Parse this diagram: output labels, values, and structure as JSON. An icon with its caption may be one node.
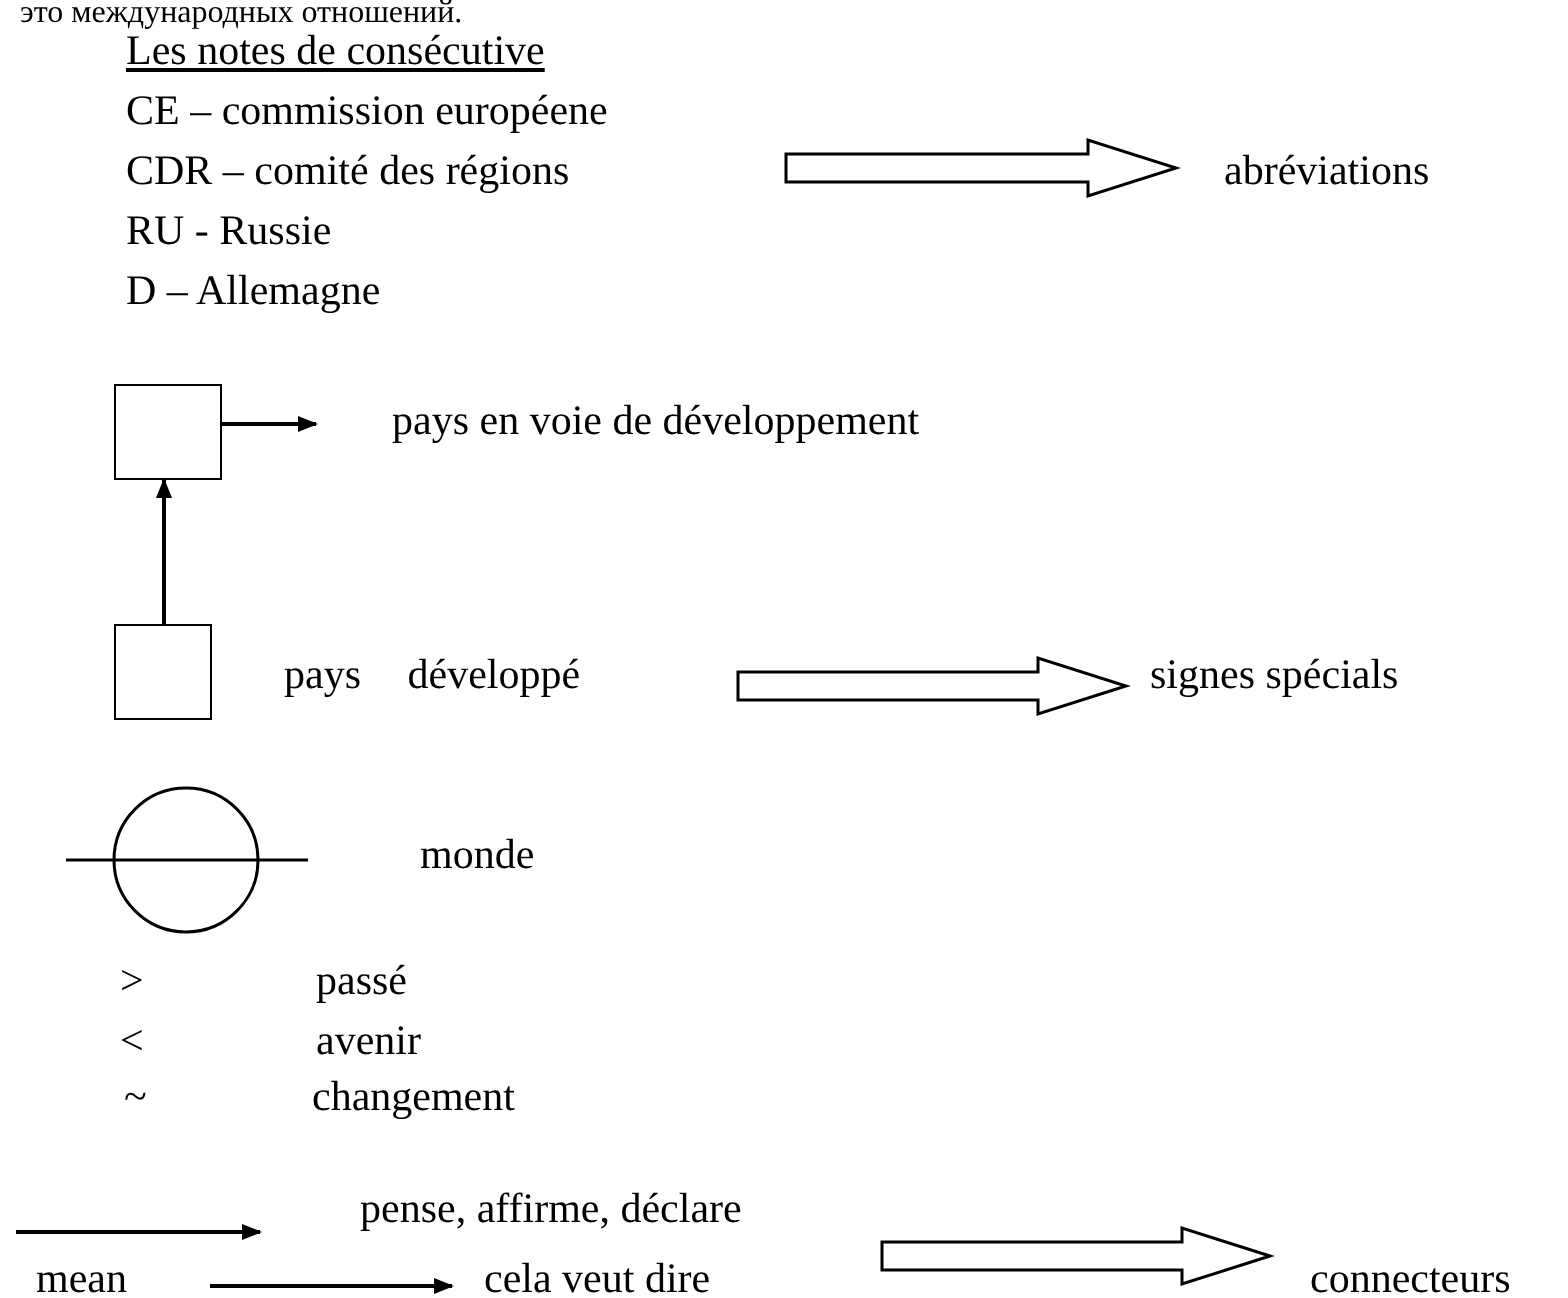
{
  "diagram": {
    "nodes": [
      {
        "text": [
          "Les notes de consécutive",
          "CE – commission européene",
          "CDR – comité des régions",
          "RU - Russie",
          "D – Allemagne"
        ]
      },
      {
        "text": [
          "abréviations"
        ]
      },
      {
        "text": [],
        "shape": "box"
      },
      {
        "text": [
          "pays en voie de développement"
        ]
      },
      {
        "text": [],
        "shape": "box"
      },
      {
        "text": [
          "pays développé"
        ]
      },
      {
        "text": [
          "signes spécials"
        ]
      },
      {
        "text": [
          "mean"
        ]
      },
      {
        "text": [
          "cela veut dire"
        ]
      },
      {
        "text": [
          "connecteurs"
        ]
      }
    ],
    "edges": [
      {
        "from": 0,
        "to": 1,
        "arrow": "to",
        "style": "thick"
      },
      {
        "from": 2,
        "to": 3,
        "arrow": "to"
      },
      {
        "from": 4,
        "to": 2,
        "arrow": "to"
      },
      {
        "from": 5,
        "to": 6,
        "arrow": "to",
        "style": "thick"
      },
      {
        "from": 7,
        "to": 8,
        "arrow": "to"
      },
      {
        "from": 8,
        "to": 9,
        "arrow": "to",
        "style": "thick"
      }
    ],
    "labels": [
      "это международных отношений.",
      "monde",
      ">",
      "passé",
      "<",
      "avenir",
      "~",
      "changement",
      "pense, affirme, déclare"
    ]
  }
}
